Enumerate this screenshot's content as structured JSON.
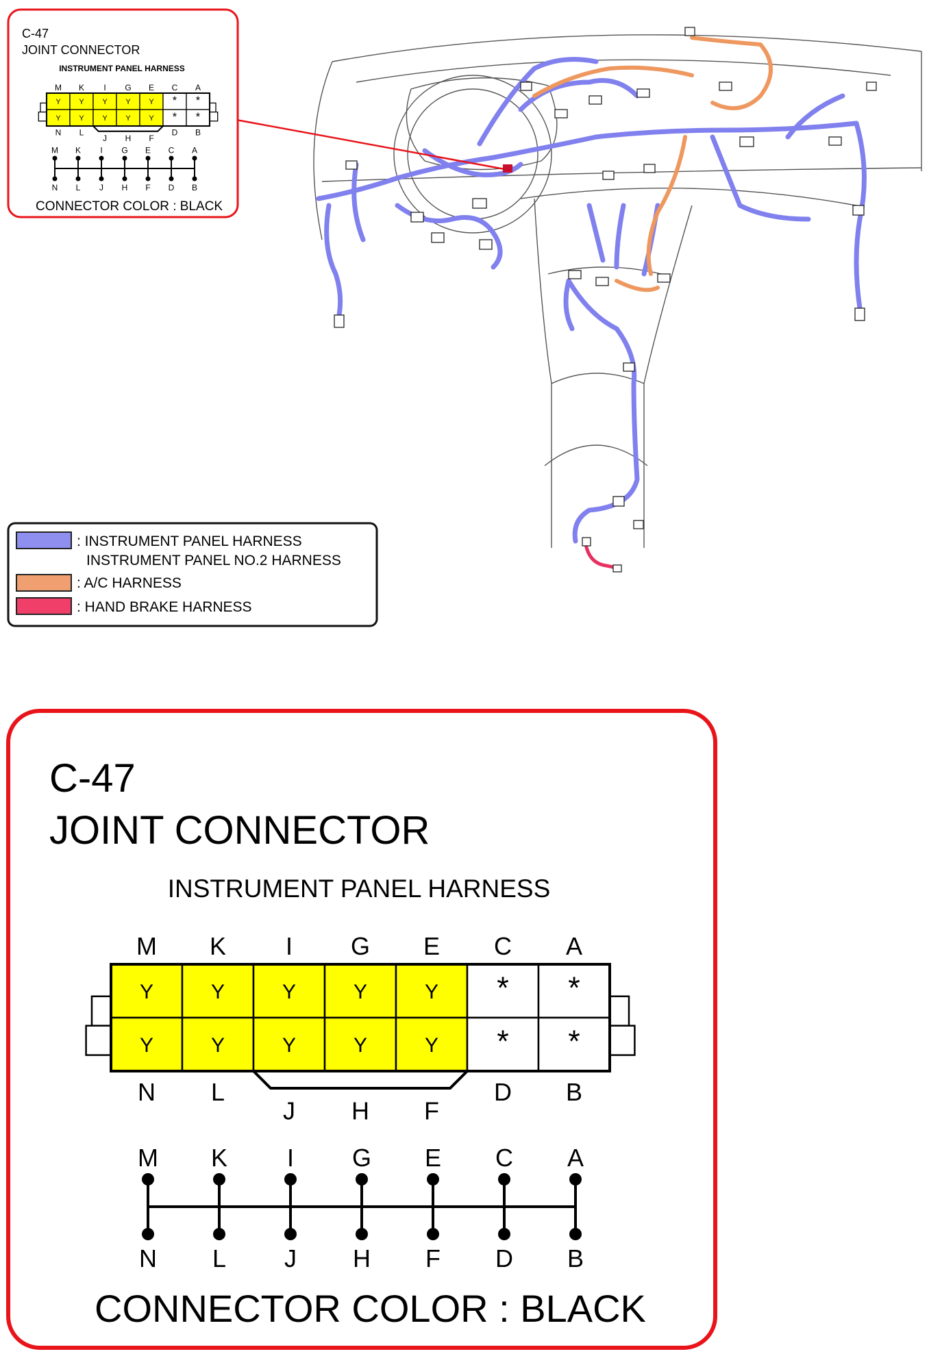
{
  "connector": {
    "id": "C-47",
    "name": "JOINT CONNECTOR",
    "harness": "INSTRUMENT PANEL HARNESS",
    "color_note": "CONNECTOR COLOR : BLACK",
    "top_row": [
      "M",
      "K",
      "I",
      "G",
      "E",
      "C",
      "A"
    ],
    "bottom_row": [
      "N",
      "L",
      "J",
      "H",
      "F",
      "D",
      "B"
    ],
    "cells_row1": [
      "Y",
      "Y",
      "Y",
      "Y",
      "Y",
      "*",
      "*"
    ],
    "cells_row2": [
      "Y",
      "Y",
      "Y",
      "Y",
      "Y",
      "*",
      "*"
    ],
    "fill_color": "#ffff00",
    "frame_color": "#e8141a"
  },
  "legend": [
    {
      "label": ": INSTRUMENT PANEL HARNESS",
      "label2": "INSTRUMENT PANEL NO.2 HARNESS",
      "color": "#8f8ff0"
    },
    {
      "label": ": A/C HARNESS",
      "color": "#f0a070"
    },
    {
      "label": ": HAND BRAKE HARNESS",
      "color": "#f0406a"
    }
  ],
  "harness_colors": {
    "instrument": "#8080ee",
    "ac": "#ee9860",
    "hand_brake": "#e83060"
  }
}
